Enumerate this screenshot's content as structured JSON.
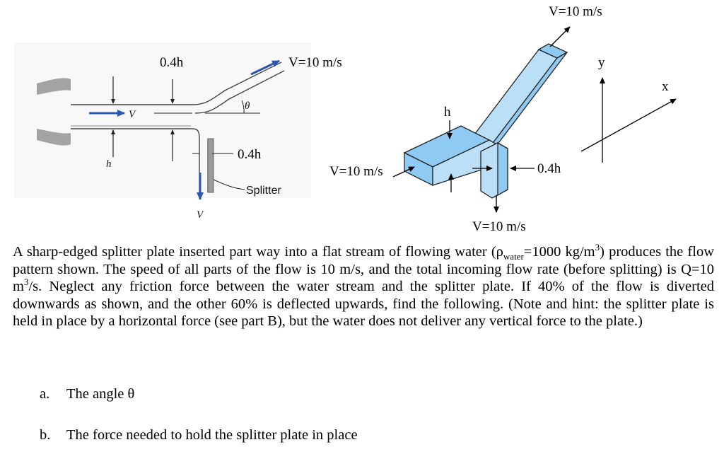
{
  "figure_left": {
    "dim_top": "0.4h",
    "dim_left": "h",
    "dim_right": "0.4h",
    "inlet_velocity": "V",
    "upper_velocity": "V=10 m/s",
    "lower_velocity": "V",
    "angle": "θ",
    "splitter_label": "Splitter"
  },
  "figure_right": {
    "top_velocity": "V=10 m/s",
    "inlet_velocity": "V=10 m/s",
    "bottom_velocity": "V=10 m/s",
    "dim_h": "h",
    "dim_branch": "0.4h",
    "axis_x": "x",
    "axis_y": "y"
  },
  "problem": {
    "intro_1": "A sharp-edged splitter plate inserted part way into a flat stream of flowing water (ρ",
    "rho_sub": "water",
    "intro_2": "=1000 kg/m",
    "rho_sup": "3",
    "intro_3": ") produces the flow pattern shown. The speed of all parts of the flow is 10 m/s, and the total incoming flow rate (before splitting) is Q=10 m",
    "q_sup": "3",
    "intro_4": "/s. Neglect any friction force between the water stream and the splitter plate. If 40% of the flow is diverted downwards as shown, and the other 60% is deflected upwards, find the following. (Note and hint: the splitter plate is held in place by a horizontal force (see part B), but the water does not deliver any vertical force to the plate.)"
  },
  "parts": [
    {
      "letter": "a.",
      "text": "The angle θ"
    },
    {
      "letter": "b.",
      "text": "The force needed to hold the splitter plate in place"
    }
  ],
  "colors": {
    "water_light": "#bcdff8",
    "water_mid": "#8fcaf5",
    "arrow_blue": "#2b56b0",
    "wall_gray": "#9a9a9a"
  }
}
